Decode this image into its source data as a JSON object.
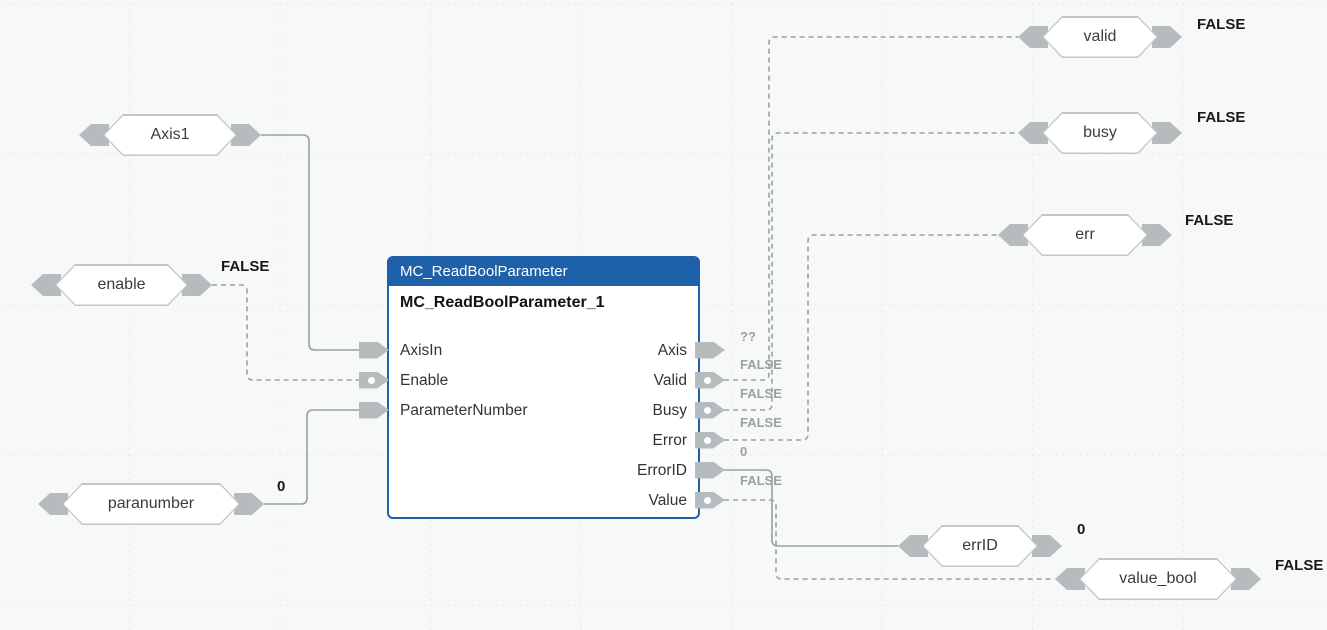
{
  "canvas": {
    "background_color": "#f7f8f8",
    "grid_color": "#e5e8e9",
    "wire_color": "#9aa0a4",
    "accent_color": "#1e61a8"
  },
  "function_block": {
    "type_name": "MC_ReadBoolParameter",
    "instance_name": "MC_ReadBoolParameter_1",
    "inputs": [
      {
        "name": "AxisIn"
      },
      {
        "name": "Enable"
      },
      {
        "name": "ParameterNumber"
      }
    ],
    "outputs": [
      {
        "name": "Axis",
        "value": "??"
      },
      {
        "name": "Valid",
        "value": "FALSE"
      },
      {
        "name": "Busy",
        "value": "FALSE"
      },
      {
        "name": "Error",
        "value": "FALSE"
      },
      {
        "name": "ErrorID",
        "value": "0"
      },
      {
        "name": "Value",
        "value": "FALSE"
      }
    ]
  },
  "input_tags": [
    {
      "name": "Axis1"
    },
    {
      "name": "enable",
      "value": "FALSE"
    },
    {
      "name": "paranumber",
      "value": "0"
    }
  ],
  "output_tags": [
    {
      "name": "valid",
      "value": "FALSE"
    },
    {
      "name": "busy",
      "value": "FALSE"
    },
    {
      "name": "err",
      "value": "FALSE"
    },
    {
      "name": "errID",
      "value": "0"
    },
    {
      "name": "value_bool",
      "value": "FALSE"
    }
  ]
}
